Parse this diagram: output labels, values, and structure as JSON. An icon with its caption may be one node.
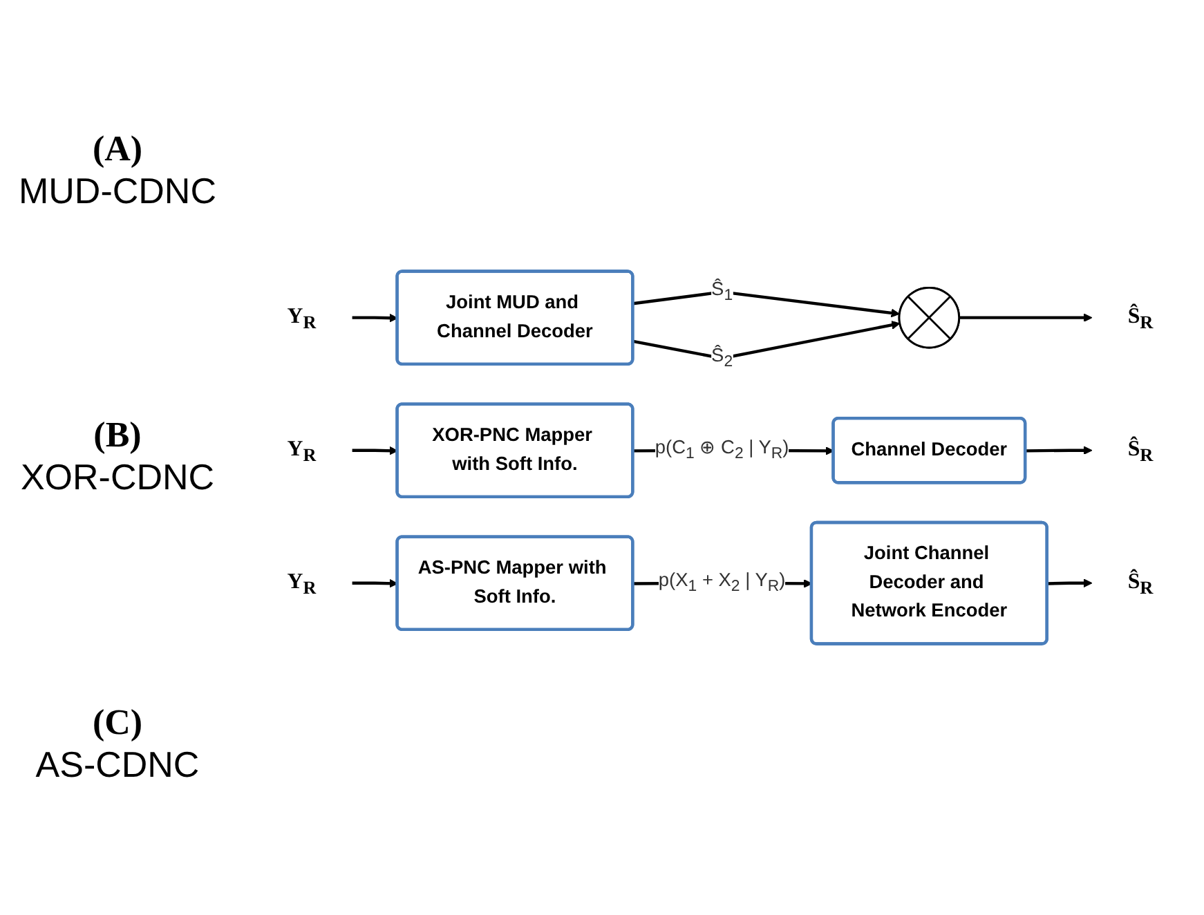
{
  "diagram": {
    "nodes": [
      {
        "text": [
          "Y$_{R}$"
        ]
      },
      {
        "text": [
          "Joint MUD and Channel Decoder"
        ]
      },
      {
        "text": [],
        "shape": "circle"
      },
      {
        "text": [
          "Ŝ$_{R}$"
        ]
      },
      {
        "text": [
          "Y$_{R}$"
        ]
      },
      {
        "text": [
          "XOR-PNC Mapper with Soft Info."
        ]
      },
      {
        "text": [
          "Channel Decoder"
        ]
      },
      {
        "text": [
          "Ŝ$_{R}$"
        ]
      },
      {
        "text": [
          "Y$_{R}$"
        ]
      },
      {
        "text": [
          "AS-PNC Mapper with Soft Info."
        ]
      },
      {
        "text": [
          "Joint Channel Decoder and Network Encoder"
        ]
      },
      {
        "text": [
          "Ŝ$_{R}$"
        ]
      }
    ],
    "edges": [
      {
        "from": 0,
        "to": 1,
        "arrow": "to"
      },
      {
        "from": 1,
        "to": 2,
        "arrow": "to",
        "label": "Ŝ$_{1}$"
      },
      {
        "from": 1,
        "to": 2,
        "arrow": "to",
        "label": "Ŝ$_{2}$"
      },
      {
        "from": 2,
        "to": 3,
        "arrow": "to"
      },
      {
        "from": 4,
        "to": 5,
        "arrow": "to"
      },
      {
        "from": 5,
        "to": 6,
        "arrow": "to",
        "label": "p(C$_{1}$ ⊕ C$_{2}$ | Y$_{R}$)"
      },
      {
        "from": 6,
        "to": 7,
        "arrow": "to"
      },
      {
        "from": 8,
        "to": 9,
        "arrow": "to"
      },
      {
        "from": 9,
        "to": 10,
        "arrow": "to",
        "label": "p(X$_{1}$ + X$_{2}$ | Y$_{R}$)"
      },
      {
        "from": 10,
        "to": 11,
        "arrow": "to"
      }
    ],
    "labels": [
      "(A)",
      "MUD-CDNC",
      "(B)",
      "XOR-CDNC",
      "(C)",
      "AS-CDNC"
    ]
  }
}
